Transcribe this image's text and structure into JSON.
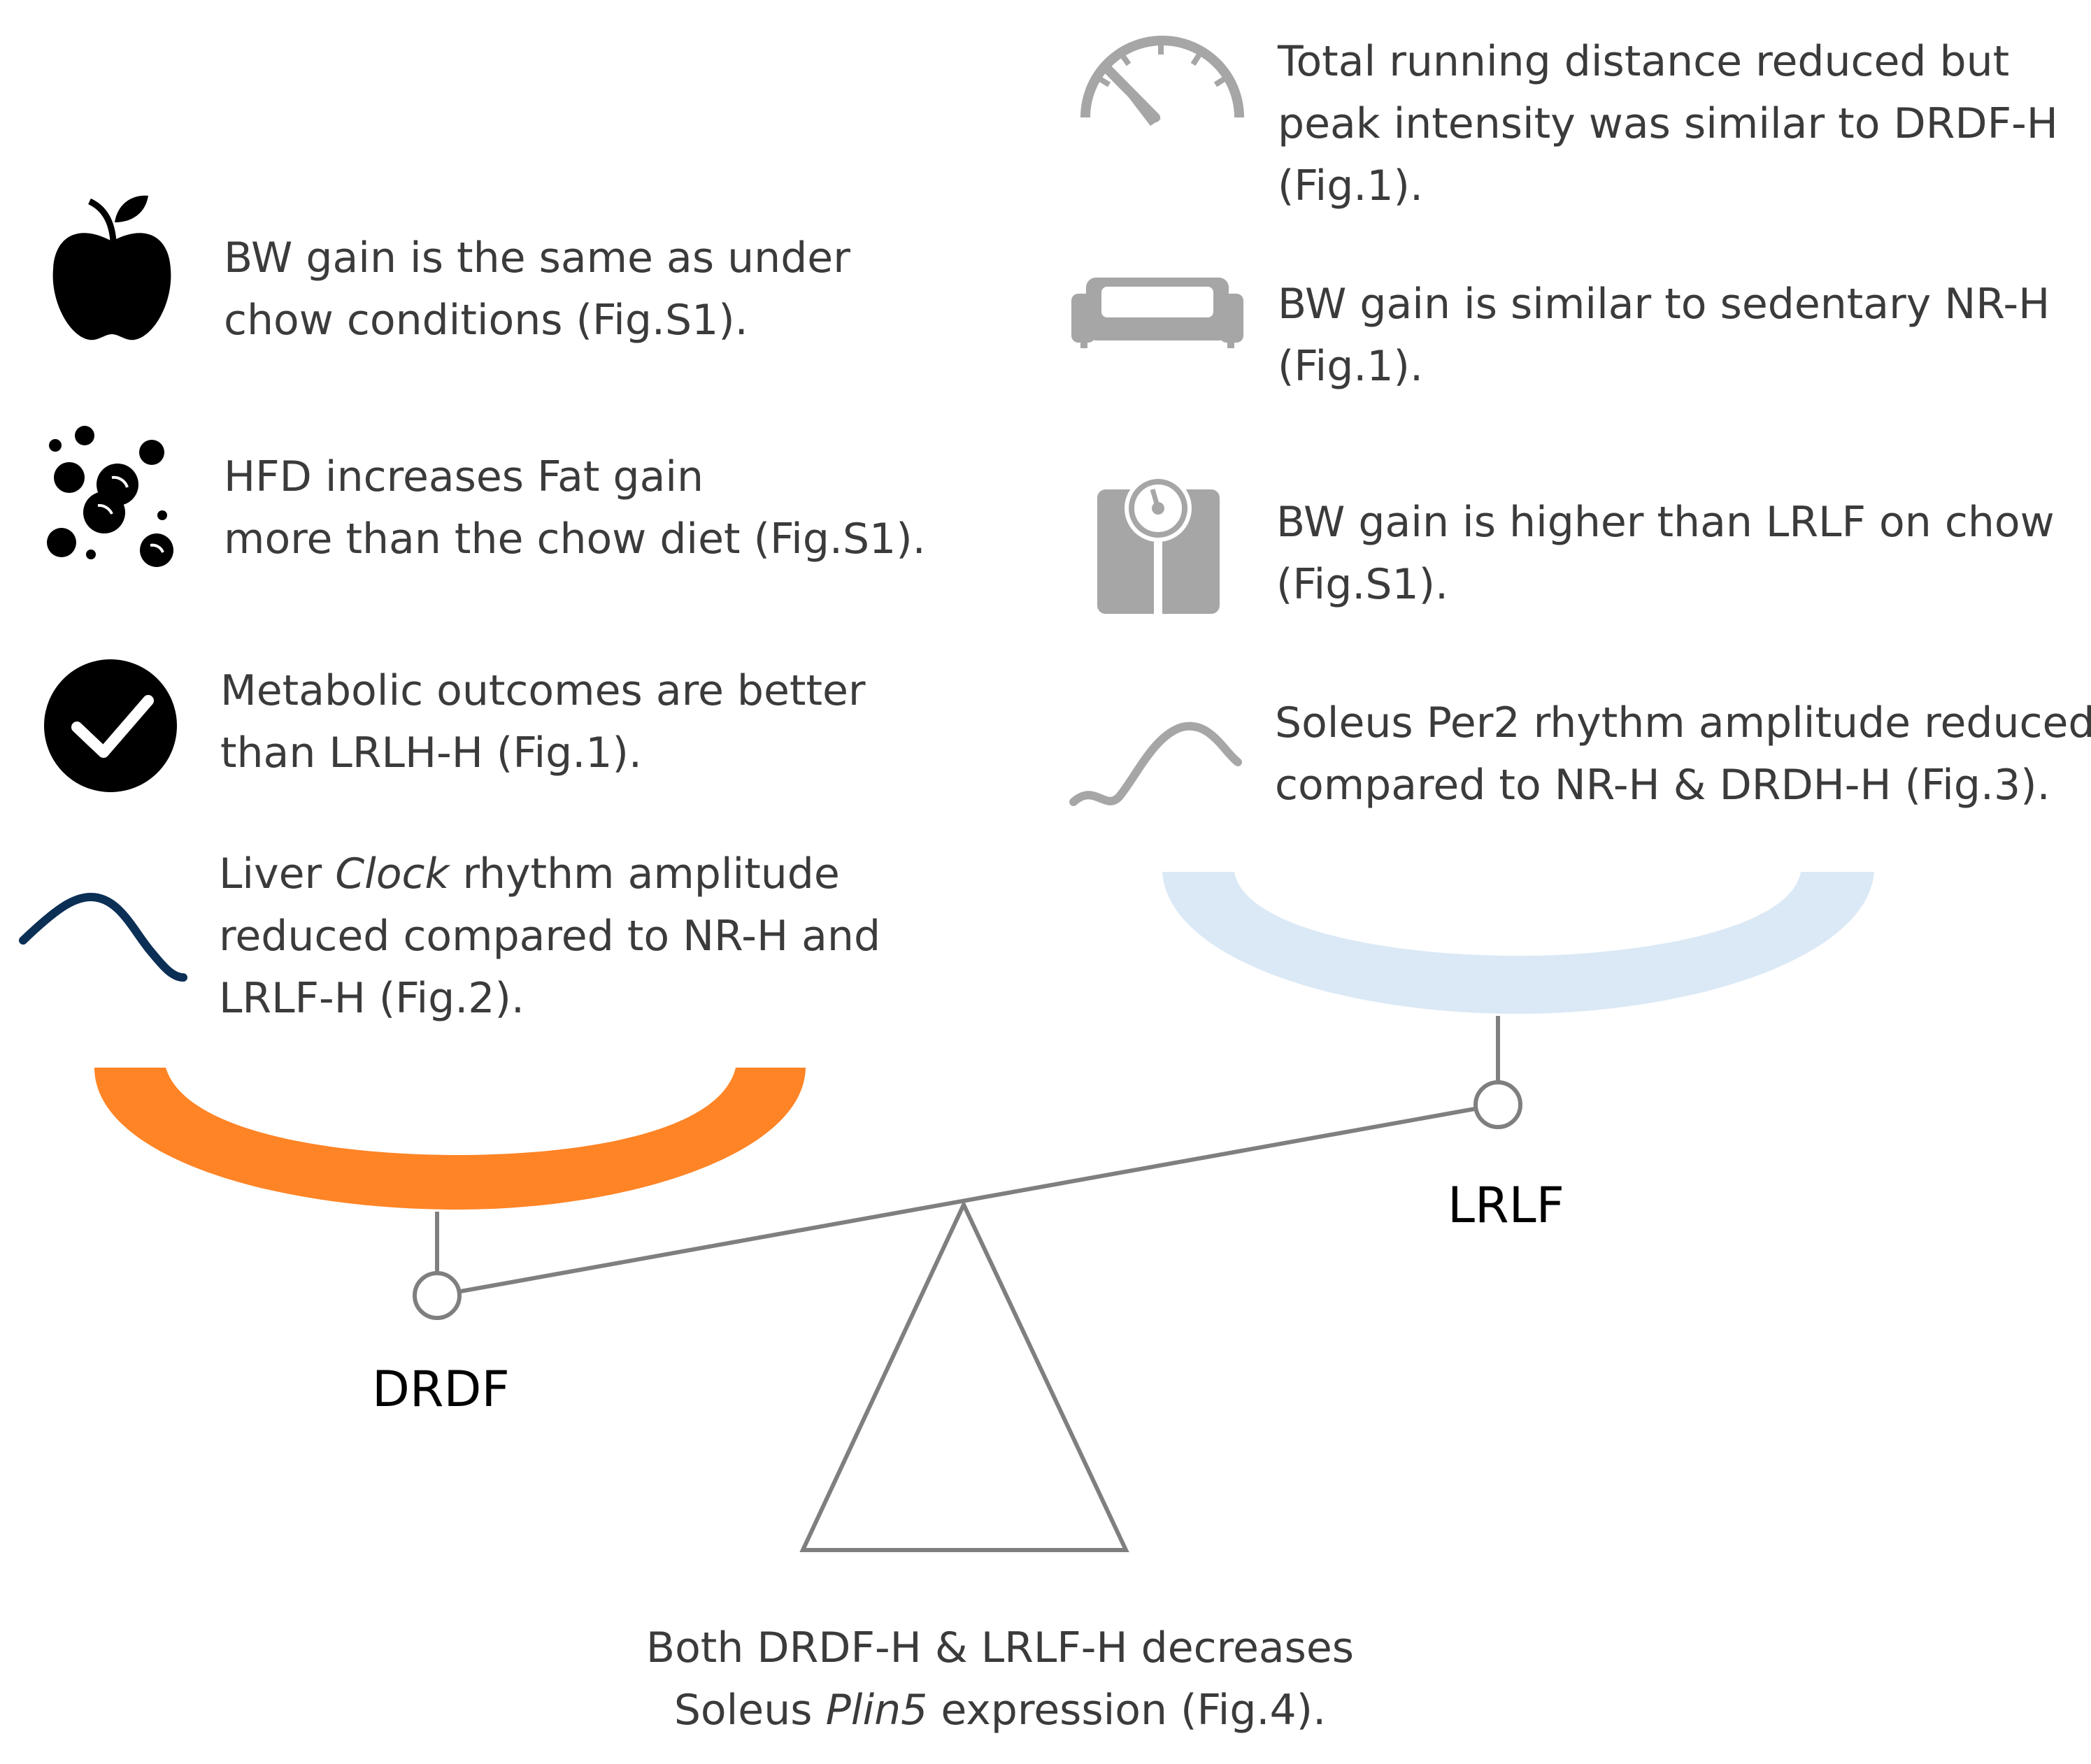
{
  "colors": {
    "left_pan": "#fe8426",
    "right_pan": "#dbe9f6",
    "icon_dark": "#000000",
    "icon_grey": "#a6a6a6",
    "liver_wave": "#0b2f55",
    "beam": "#7f7f7f"
  },
  "left_column": {
    "apple": {
      "icon": "apple-icon",
      "lines": [
        "BW gain is the same as under",
        "chow conditions (Fig.S1)."
      ]
    },
    "fat": {
      "icon": "fat-bubbles-icon",
      "lines": [
        "HFD increases Fat gain",
        "more than the chow diet (Fig.S1)."
      ]
    },
    "metabolic": {
      "icon": "checkmark-icon",
      "lines": [
        "Metabolic outcomes are better",
        "than LRLH-H (Fig.1)."
      ]
    },
    "liver": {
      "icon": "wave-icon",
      "line1_pre": "Liver ",
      "line1_em": "Clock",
      "line1_post": " rhythm amplitude",
      "line2": "reduced compared to NR-H and",
      "line3": "LRLF-H (Fig.2)."
    }
  },
  "right_column": {
    "running": {
      "icon": "speedometer-icon",
      "lines": [
        "Total running distance reduced but",
        "peak intensity was similar to DRDF-H",
        "(Fig.1)."
      ]
    },
    "sedentary": {
      "icon": "sofa-icon",
      "lines": [
        "BW gain is similar to sedentary NR-H",
        "(Fig.1)."
      ]
    },
    "scale": {
      "icon": "weighing-scale-icon",
      "lines": [
        "BW gain is higher than LRLF on chow",
        "(Fig.S1)."
      ]
    },
    "soleus": {
      "icon": "wave-icon",
      "lines": [
        "Soleus Per2 rhythm amplitude reduced",
        "compared to NR-H & DRDH-H (Fig.3)."
      ]
    }
  },
  "balance": {
    "left_label": "DRDF",
    "right_label": "LRLF"
  },
  "footer": {
    "line1": "Both DRDF-H & LRLF-H decreases",
    "line2_pre": "Soleus ",
    "line2_em": "Plin5",
    "line2_post": " expression (Fig.4)."
  }
}
